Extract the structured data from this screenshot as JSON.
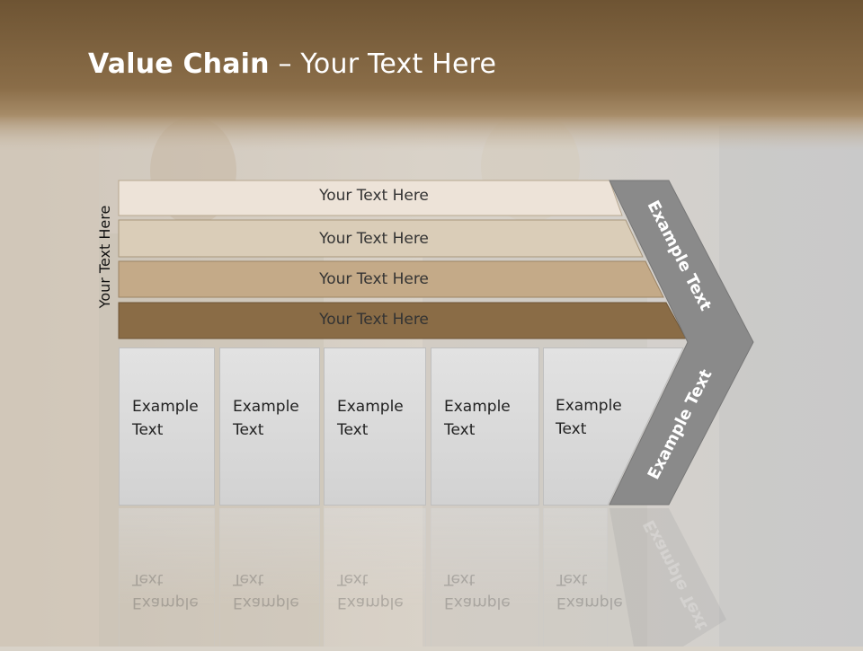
{
  "title": {
    "bold": "Value Chain",
    "rest": " – Your Text Here"
  },
  "side_label": "Your Text Here",
  "bands": [
    {
      "label": "Your Text Here",
      "color": "#ede3d8"
    },
    {
      "label": "Your Text Here",
      "color": "#dacdb8"
    },
    {
      "label": "Your Text Here",
      "color": "#c4aa88"
    },
    {
      "label": "Your Text Here",
      "color": "#8a6c46"
    }
  ],
  "boxes": [
    {
      "label": "Example\nText"
    },
    {
      "label": "Example\nText"
    },
    {
      "label": "Example\nText"
    },
    {
      "label": "Example\nText"
    },
    {
      "label": "Example\nText"
    }
  ],
  "chevron": {
    "top_label": "Example Text",
    "bottom_label": "Example Text",
    "color": "#8a8a8a"
  },
  "colors": {
    "header": "#7a6040",
    "title": "#ffffff"
  }
}
